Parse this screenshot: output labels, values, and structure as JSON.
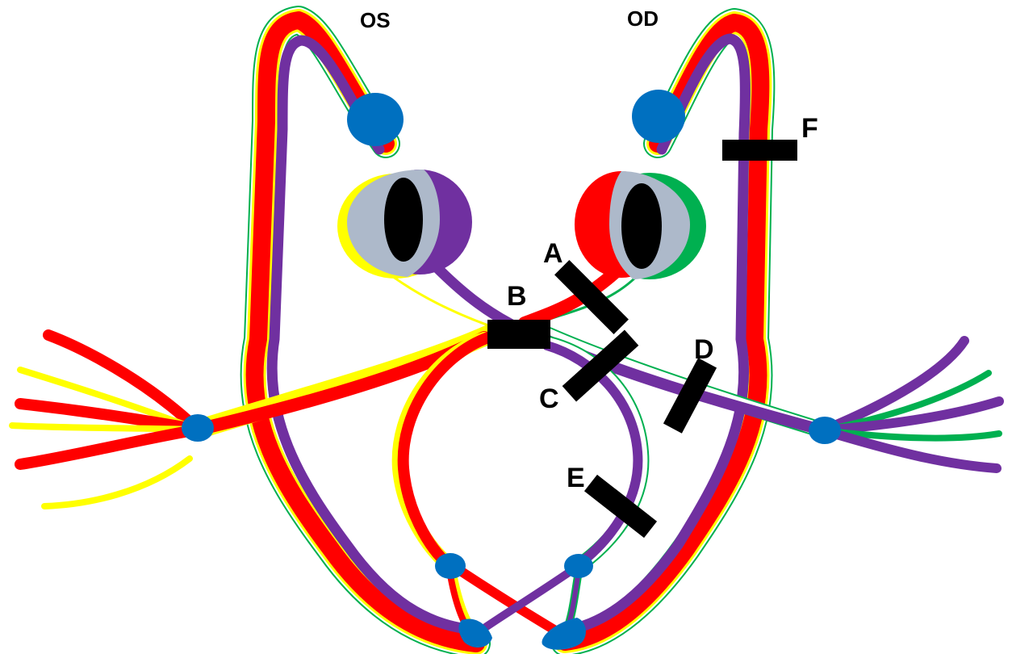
{
  "eyes": {
    "left": {
      "label": "OS"
    },
    "right": {
      "label": "OD"
    }
  },
  "lesions": {
    "a": "A",
    "b": "B",
    "c": "C",
    "d": "D",
    "e": "E",
    "f": "F"
  },
  "colors": {
    "red": "#ff0000",
    "purple": "#7030a0",
    "yellow": "#ffff00",
    "green": "#00b050",
    "blue": "#0070c0",
    "gray": "#adb9ca",
    "black": "#000000"
  }
}
